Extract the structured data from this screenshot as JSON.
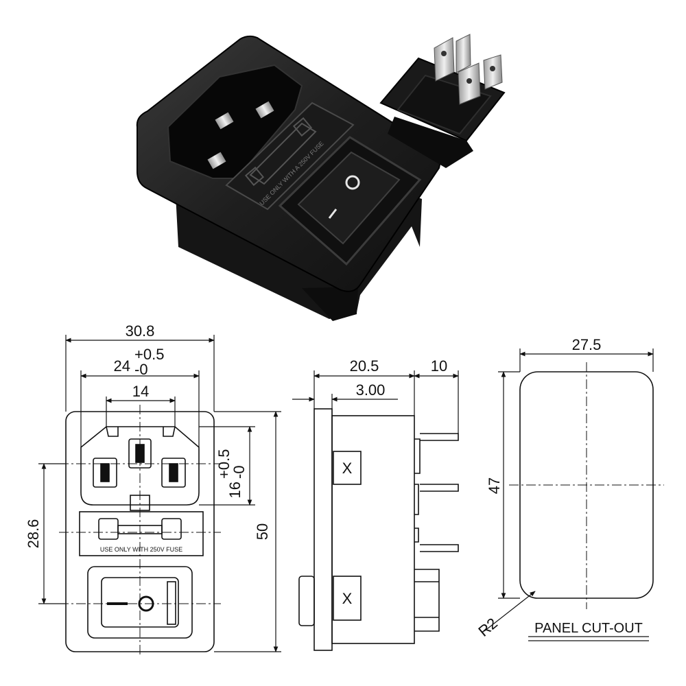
{
  "photo": {
    "fuse_text": "USE ONLY WITH A 250V FUSE",
    "switch_on_symbol": "O",
    "switch_off_symbol": "I"
  },
  "front_view": {
    "width_overall": "30.8",
    "width_inlet": "24",
    "width_inlet_tol_plus": "+0.5",
    "width_inlet_tol_minus": "-0",
    "pin_spacing": "14",
    "inlet_height": "16",
    "inlet_height_tol_plus": "+0.5",
    "inlet_height_tol_minus": "-0",
    "left_height": "28.6",
    "total_height": "50",
    "fuse_label": "USE ONLY WITH 250V FUSE"
  },
  "side_view": {
    "depth": "20.5",
    "terminal_length": "10",
    "flange": "3.00",
    "marker_top": "X",
    "marker_bottom": "X"
  },
  "cutout_view": {
    "width": "27.5",
    "height": "47",
    "radius": "R2",
    "title": "PANEL CUT-OUT"
  },
  "colors": {
    "product": "#1c1c1c",
    "lines": "#111111"
  }
}
